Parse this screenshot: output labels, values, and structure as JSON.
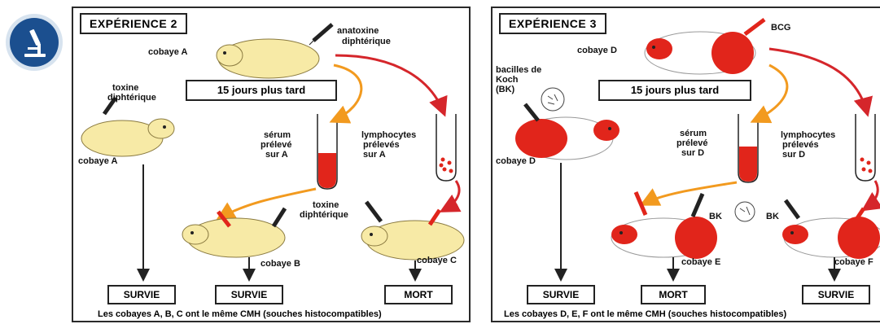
{
  "logo": {
    "icon": "microscope-icon",
    "color": "#1b4f8f"
  },
  "exp2": {
    "title": "EXPÉRIENCE 2",
    "guinea_a_top": "cobaye A",
    "injection_top": [
      "anatoxine",
      "diphtérique"
    ],
    "delay_label": "15 jours plus tard",
    "toxin_left": [
      "toxine",
      "diphtérique"
    ],
    "guinea_a_left": "cobaye A",
    "serum": [
      "sérum",
      "prélevé",
      "sur A"
    ],
    "lymph": [
      "lymphocytes",
      "prélevés",
      "sur A"
    ],
    "toxin_bottom": [
      "toxine",
      "diphtérique"
    ],
    "guinea_b": "cobaye B",
    "guinea_c": "cobaye C",
    "result_a": "SURVIE",
    "result_b": "SURVIE",
    "result_c": "MORT",
    "footer": "Les cobayes A, B, C ont le même CMH (souches histocompatibles)"
  },
  "exp3": {
    "title": "EXPÉRIENCE 3",
    "guinea_d_top": "cobaye D",
    "bcg_label": "BCG",
    "bk_label": [
      "bacilles de",
      "Koch",
      "(BK)"
    ],
    "delay_label": "15 jours plus tard",
    "guinea_d_left": "cobaye D",
    "serum": [
      "sérum",
      "prélevé",
      "sur D"
    ],
    "lymph": [
      "lymphocytes",
      "prélevés",
      "sur D"
    ],
    "bk_e": "BK",
    "bk_f": "BK",
    "guinea_e": "cobaye E",
    "guinea_f": "cobaye F",
    "result_d": "SURVIE",
    "result_e": "MORT",
    "result_f": "SURVIE",
    "footer": "Les cobayes D, E, F ont le même CMH (souches histocompatibles)"
  },
  "colors": {
    "guinea_pig": "#f7eaa6",
    "red": "#e1251b",
    "orange_arrow": "#f29a1f",
    "red_arrow": "#d5262b",
    "border": "#222222"
  }
}
